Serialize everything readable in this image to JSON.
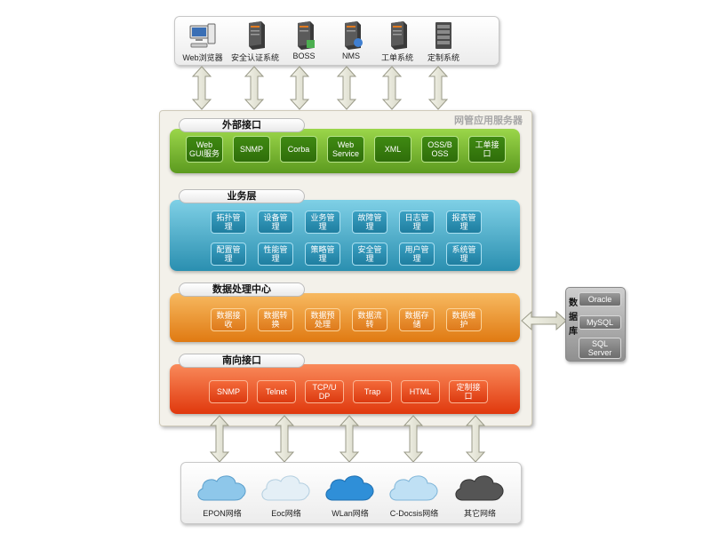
{
  "clients": [
    {
      "label": "Web浏览器",
      "icon": "computer-icon"
    },
    {
      "label": "安全认证系统",
      "icon": "server-icon"
    },
    {
      "label": "BOSS",
      "icon": "server-icon"
    },
    {
      "label": "NMS",
      "icon": "server-icon"
    },
    {
      "label": "工单系统",
      "icon": "server-icon"
    },
    {
      "label": "定制系统",
      "icon": "server-rack-icon"
    }
  ],
  "server": {
    "title": "网管应用服务器",
    "external": {
      "title": "外部接口",
      "items": [
        "Web\nGUI服务",
        "SNMP",
        "Corba",
        "Web\nService",
        "XML",
        "OSS/B\nOSS",
        "工单接\n口"
      ]
    },
    "business": {
      "title": "业务层",
      "row1": [
        "拓扑管\n理",
        "设备管\n理",
        "业务管\n理",
        "故障管\n理",
        "日志管\n理",
        "报表管\n理"
      ],
      "row2": [
        "配置管\n理",
        "性能管\n理",
        "策略管\n理",
        "安全管\n理",
        "用户管\n理",
        "系统管\n理"
      ]
    },
    "data_center": {
      "title": "数据处理中心",
      "items": [
        "数据接\n收",
        "数据转\n换",
        "数据预\n处理",
        "数据流\n转",
        "数据存\n储",
        "数据维\n护"
      ]
    },
    "south": {
      "title": "南向接口",
      "items": [
        "SNMP",
        "Telnet",
        "TCP/U\nDP",
        "Trap",
        "HTML",
        "定制接\n口"
      ]
    }
  },
  "database": {
    "label": "数据库",
    "items": [
      "Oracle",
      "MySQL",
      "SQL\nServer"
    ]
  },
  "networks": [
    {
      "label": "EPON网络",
      "color": "#8ec7ea"
    },
    {
      "label": "Eoc网络",
      "color": "#e4eff6"
    },
    {
      "label": "WLan网络",
      "color": "#2f8fd8"
    },
    {
      "label": "C-Docsis网络",
      "color": "#bfe0f4"
    },
    {
      "label": "其它网络",
      "color": "#555555"
    }
  ],
  "colors": {
    "external": "#6aa82a",
    "business": "#3a9dbd",
    "data_center": "#e8891c",
    "south": "#e84716"
  }
}
